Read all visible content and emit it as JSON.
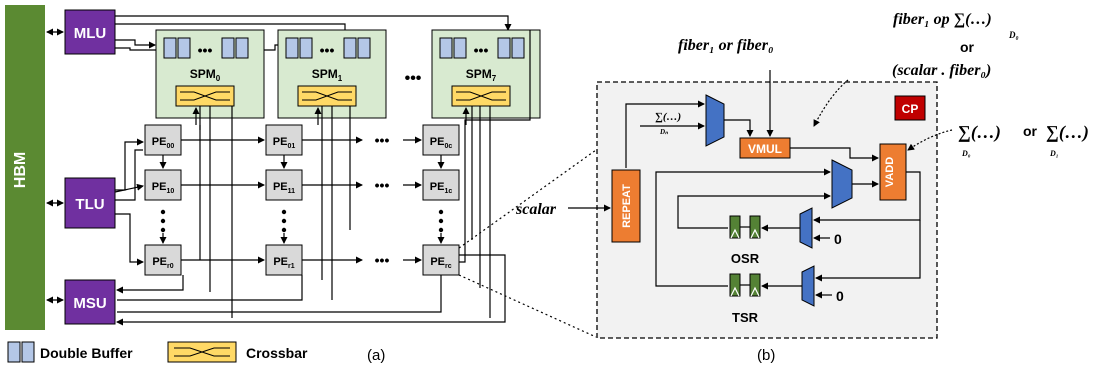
{
  "part_a": {
    "hbm": "HBM",
    "mlu": "MLU",
    "tlu": "TLU",
    "msu": "MSU",
    "spm_base": "SPM",
    "spm_subs": [
      "0",
      "1",
      "7"
    ],
    "pe_base": "PE",
    "pe_rows": [
      [
        "00",
        "01",
        "0c"
      ],
      [
        "10",
        "11",
        "1c"
      ],
      [
        "r0",
        "r1",
        "rc"
      ]
    ],
    "ellipsis": "•••",
    "caption": "(a)"
  },
  "legend": {
    "double_buffer": "Double Buffer",
    "crossbar": "Crossbar"
  },
  "part_b": {
    "cp": "CP",
    "repeat": "REPEAT",
    "vmul": "VMUL",
    "vadd": "VADD",
    "osr": "OSR",
    "tsr": "TSR",
    "zero": "0",
    "scalar": "scalar",
    "top_expr": "fiber₁ or fiber₀",
    "right_expr_line1": "fiber₁ op ∑(…)",
    "right_expr_sub": "D₀",
    "right_expr_or": "or",
    "right_expr_line3": "(scalar . fiber₀)",
    "vadd_expr_sum": "∑(…)",
    "vadd_expr_or": "or",
    "vadd_expr_sub0": "D₀",
    "vadd_expr_sub1": "D₁",
    "inner_sum": "∑(…)",
    "inner_sub": "Dₙ",
    "caption": "(b)"
  },
  "colors": {
    "green": "#5b8a32",
    "purple": "#7030a0",
    "spm_fill": "#d8ead0",
    "buffer_fill": "#b4c7e7",
    "crossbar_fill": "#ffd966",
    "pe_fill": "#d9d9d9",
    "orange": "#ed7d31",
    "blue": "#4472c4",
    "red": "#c00000",
    "panel_bg": "#f2f2f2"
  }
}
